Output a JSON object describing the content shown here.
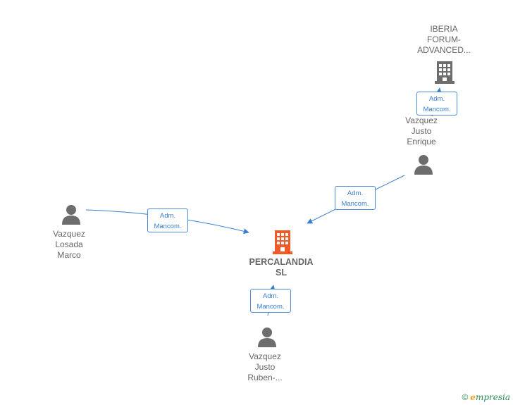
{
  "nodes": {
    "percalandia": {
      "label": "PERCALANDIA\nSL",
      "type": "company",
      "color": "#f05a28"
    },
    "iberia": {
      "label": "IBERIA\nFORUM-\nADVANCED...",
      "type": "company",
      "color": "#666666"
    },
    "vazquez_justo_enrique": {
      "label": "Vazquez\nJusto\nEnrique",
      "type": "person",
      "color": "#666666"
    },
    "vazquez_losada_marco": {
      "label": "Vazquez\nLosada\nMarco",
      "type": "person",
      "color": "#666666"
    },
    "vazquez_justo_ruben": {
      "label": "Vazquez\nJusto\nRuben-...",
      "type": "person",
      "color": "#666666"
    }
  },
  "edges": [
    {
      "from": "vazquez_justo_enrique",
      "to": "iberia",
      "label": "Adm.\nMancom."
    },
    {
      "from": "vazquez_justo_enrique",
      "to": "percalandia",
      "label": "Adm.\nMancom."
    },
    {
      "from": "vazquez_losada_marco",
      "to": "percalandia",
      "label": "Adm.\nMancom."
    },
    {
      "from": "vazquez_justo_ruben",
      "to": "percalandia",
      "label": "Adm.\nMancom."
    }
  ],
  "edge_color": "#3a7fd0",
  "watermark": {
    "copyright": "©",
    "brand_initial": "e",
    "brand_rest": "mpresia"
  }
}
